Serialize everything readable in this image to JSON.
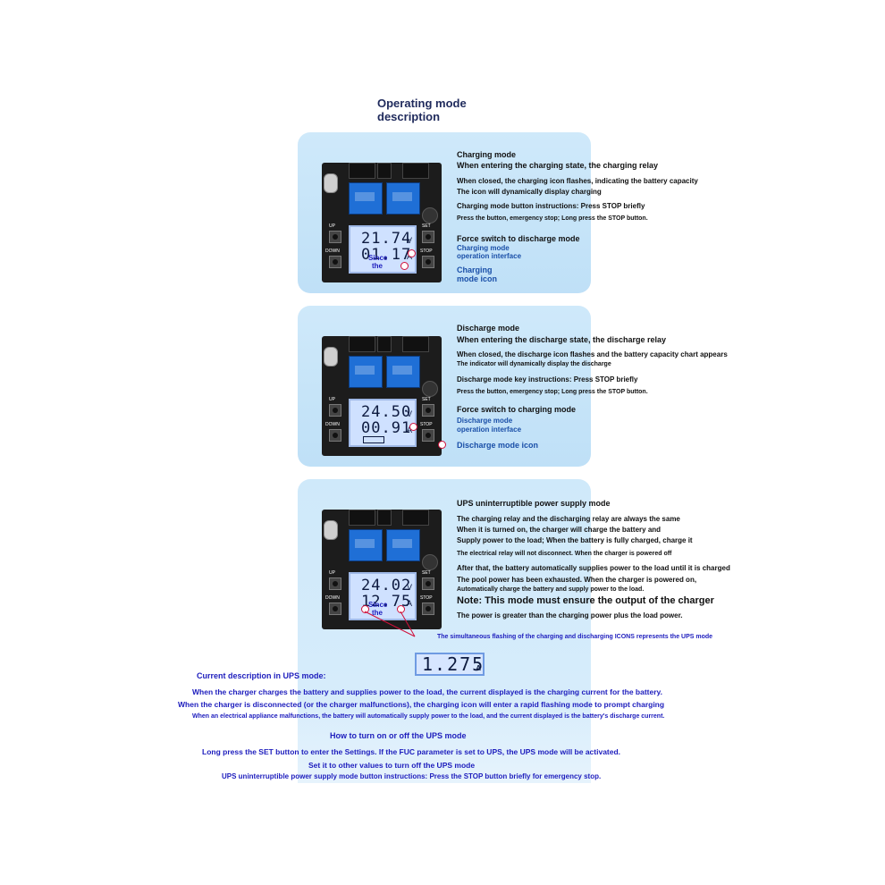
{
  "title": {
    "line1": "Operating mode",
    "line2": "description"
  },
  "charging": {
    "heading": "Charging mode",
    "lines": [
      "When entering the charging state, the charging relay",
      "When closed, the charging icon flashes, indicating the battery capacity",
      "The icon will dynamically display charging",
      "Charging mode button instructions: Press STOP briefly",
      "Press the button, emergency stop; Long press the STOP button.",
      "Force switch to discharge mode"
    ],
    "callout1": "Charging mode",
    "callout1b": "operation interface",
    "callout2": "Charging",
    "callout2b": "mode icon",
    "lcd_v": "21.74",
    "lcd_a": "01.17",
    "overlay1": "Since",
    "overlay2": "the"
  },
  "discharge": {
    "heading": "Discharge mode",
    "lines": [
      "When entering the discharge state, the discharge relay",
      "When closed, the discharge icon flashes and the battery capacity chart appears",
      "The indicator will dynamically display the discharge",
      "Discharge mode key instructions: Press STOP briefly",
      "Press the button, emergency stop; Long press the STOP button.",
      "Force switch to charging mode"
    ],
    "callout1": "Discharge mode",
    "callout1b": "operation interface",
    "callout2": "Discharge mode icon",
    "lcd_v": "24.50",
    "lcd_a": "00.91"
  },
  "ups": {
    "heading": "UPS uninterruptible power supply mode",
    "lines": [
      "The charging relay and the discharging relay are always the same",
      "When it is turned on, the charger will charge the battery and",
      "Supply power to the load; When the battery is fully charged, charge it",
      "The electrical relay will not disconnect. When the charger is powered off",
      "After that, the battery automatically supplies power to the load until it is charged",
      "The pool power has been exhausted. When the charger is powered on,",
      "Automatically charge the battery and supply power to the load.",
      "Note: This mode must ensure the output of the charger",
      "The power is greater than the charging power plus the load power."
    ],
    "flash_note": "The simultaneous flashing of the charging and discharging ICONS represents the UPS mode",
    "lcd_v": "24.02",
    "lcd_a": "12.75",
    "overlay1": "Since",
    "overlay2": "the",
    "mini_value": "1.275",
    "mini_unit": "A"
  },
  "board_labels": {
    "up": "UP",
    "down": "DOWN",
    "set": "SET",
    "stop": "STOP",
    "v": "V",
    "a": "A"
  },
  "bottom": {
    "current_title": "Current description in UPS mode:",
    "current1": "When the charger charges the battery and supplies power to the load, the current displayed is the charging current for the battery.",
    "current2": "When the charger is disconnected (or the charger malfunctions), the charging icon will enter a rapid flashing mode to prompt charging",
    "current3": "When an electrical appliance malfunctions, the battery will automatically supply power to the load, and the current displayed is the battery's discharge current.",
    "howto_title": "How to turn on or off the UPS mode",
    "howto1": "Long press the SET button to enter the Settings. If the FUC parameter is set to UPS, the UPS mode will be activated.",
    "howto2": "Set it to other values to turn off the UPS mode",
    "howto3": "UPS uninterruptible power supply mode button instructions: Press the STOP button briefly for emergency stop."
  },
  "colors": {
    "text_blue": "#1d1dbd",
    "callout_blue": "#1a4fa8",
    "accent_red": "#d0103a",
    "panel": "#cfe9fa"
  }
}
